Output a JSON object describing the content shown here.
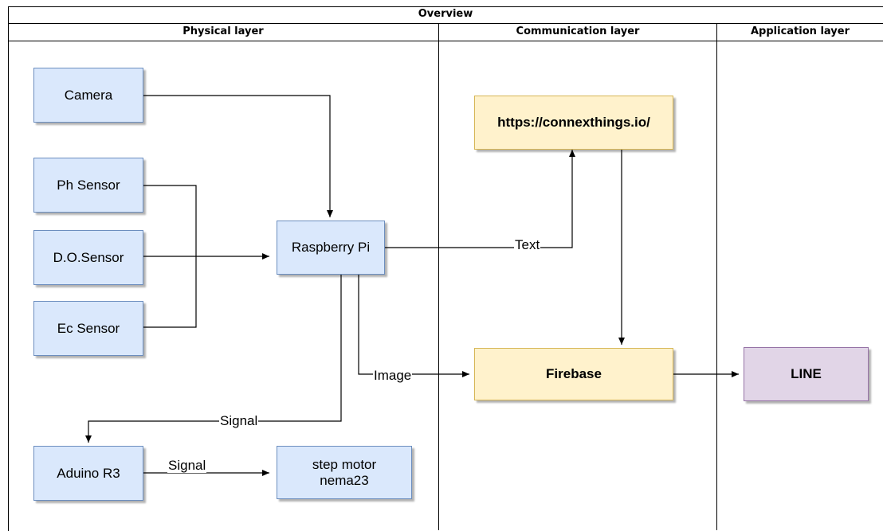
{
  "title": "Overview",
  "lanes": [
    {
      "header": "Physical layer"
    },
    {
      "header": "Communication layer"
    },
    {
      "header": "Application layer"
    }
  ],
  "nodes": {
    "camera": "Camera",
    "ph_sensor": "Ph Sensor",
    "do_sensor": "D.O.Sensor",
    "ec_sensor": "Ec Sensor",
    "raspberry_pi": "Raspberry Pi",
    "aduino": "Aduino R3",
    "step_motor_line1": "step motor",
    "step_motor_line2": "nema23",
    "connexthings": "https://connexthings.io/",
    "firebase": "Firebase",
    "line": "LINE"
  },
  "edge_labels": {
    "text": "Text",
    "image": "Image",
    "signal_pi": "Signal",
    "signal_aduino": "Signal"
  },
  "colors": {
    "device_fill": "#dae8fc",
    "device_stroke": "#6c8ebf",
    "service_fill": "#fff2cc",
    "service_stroke": "#d6b656",
    "app_fill": "#e1d5e7",
    "app_stroke": "#9673a6"
  }
}
